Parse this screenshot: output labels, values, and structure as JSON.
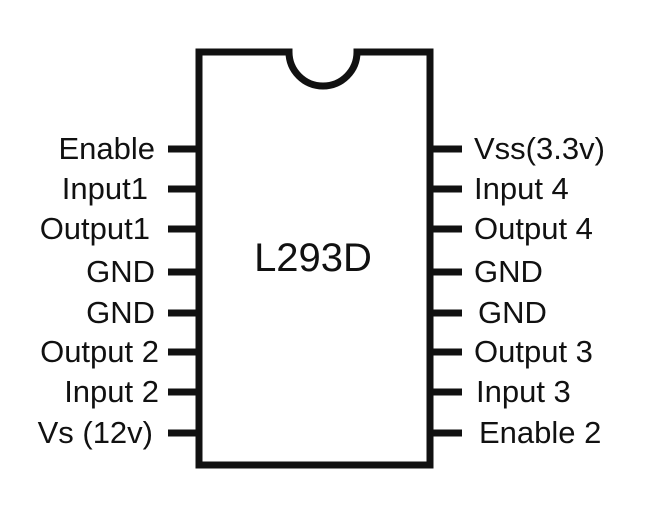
{
  "chip": {
    "name": "L293D"
  },
  "left_pins": [
    {
      "label": "Enable"
    },
    {
      "label": "Input1"
    },
    {
      "label": "Output1"
    },
    {
      "label": "GND"
    },
    {
      "label": "GND"
    },
    {
      "label": "Output 2"
    },
    {
      "label": "Input 2"
    },
    {
      "label": "Vs (12v)"
    }
  ],
  "right_pins": [
    {
      "label": "Vss(3.3v)"
    },
    {
      "label": "Input 4"
    },
    {
      "label": "Output 4"
    },
    {
      "label": "GND"
    },
    {
      "label": "GND"
    },
    {
      "label": "Output 3"
    },
    {
      "label": "Input 3"
    },
    {
      "label": "Enable 2"
    }
  ],
  "colors": {
    "ink": "#111111",
    "background": "#ffffff"
  }
}
